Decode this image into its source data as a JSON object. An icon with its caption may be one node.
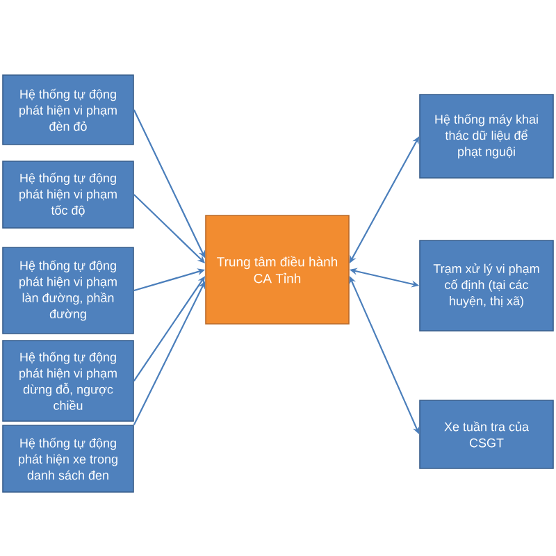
{
  "diagram": {
    "nodes": [
      {
        "text": [
          "Hệ thống tự động phát hiện vi phạm đèn đỏ"
        ]
      },
      {
        "text": [
          "Hệ thống tự động phát hiện vi phạm tốc độ"
        ]
      },
      {
        "text": [
          "Hệ thống tự động phát hiện vi phạm làn đường, phần đường"
        ]
      },
      {
        "text": [
          "Hệ thống tự động phát hiện vi phạm dừng đỗ, ngược chiều"
        ]
      },
      {
        "text": [
          "Hệ thống tự động phát hiện xe trong danh sách đen"
        ]
      },
      {
        "text": [
          "Trung tâm điều hành CA Tỉnh"
        ]
      },
      {
        "text": [
          "Hệ thống máy khai thác dữ liệu để phạt nguội"
        ]
      },
      {
        "text": [
          "Trạm xử lý vi phạm cố định (tại các huyện, thị xã)"
        ]
      },
      {
        "text": [
          "Xe tuần tra của CSGT"
        ]
      }
    ],
    "edges": [
      {
        "from": 0,
        "to": 5,
        "arrow": "to"
      },
      {
        "from": 1,
        "to": 5,
        "arrow": "to"
      },
      {
        "from": 2,
        "to": 5,
        "arrow": "to"
      },
      {
        "from": 3,
        "to": 5,
        "arrow": "to"
      },
      {
        "from": 4,
        "to": 5,
        "arrow": "to"
      },
      {
        "from": 5,
        "to": 6,
        "arrow": "both"
      },
      {
        "from": 5,
        "to": 7,
        "arrow": "both"
      },
      {
        "from": 5,
        "to": 8,
        "arrow": "both"
      }
    ]
  }
}
